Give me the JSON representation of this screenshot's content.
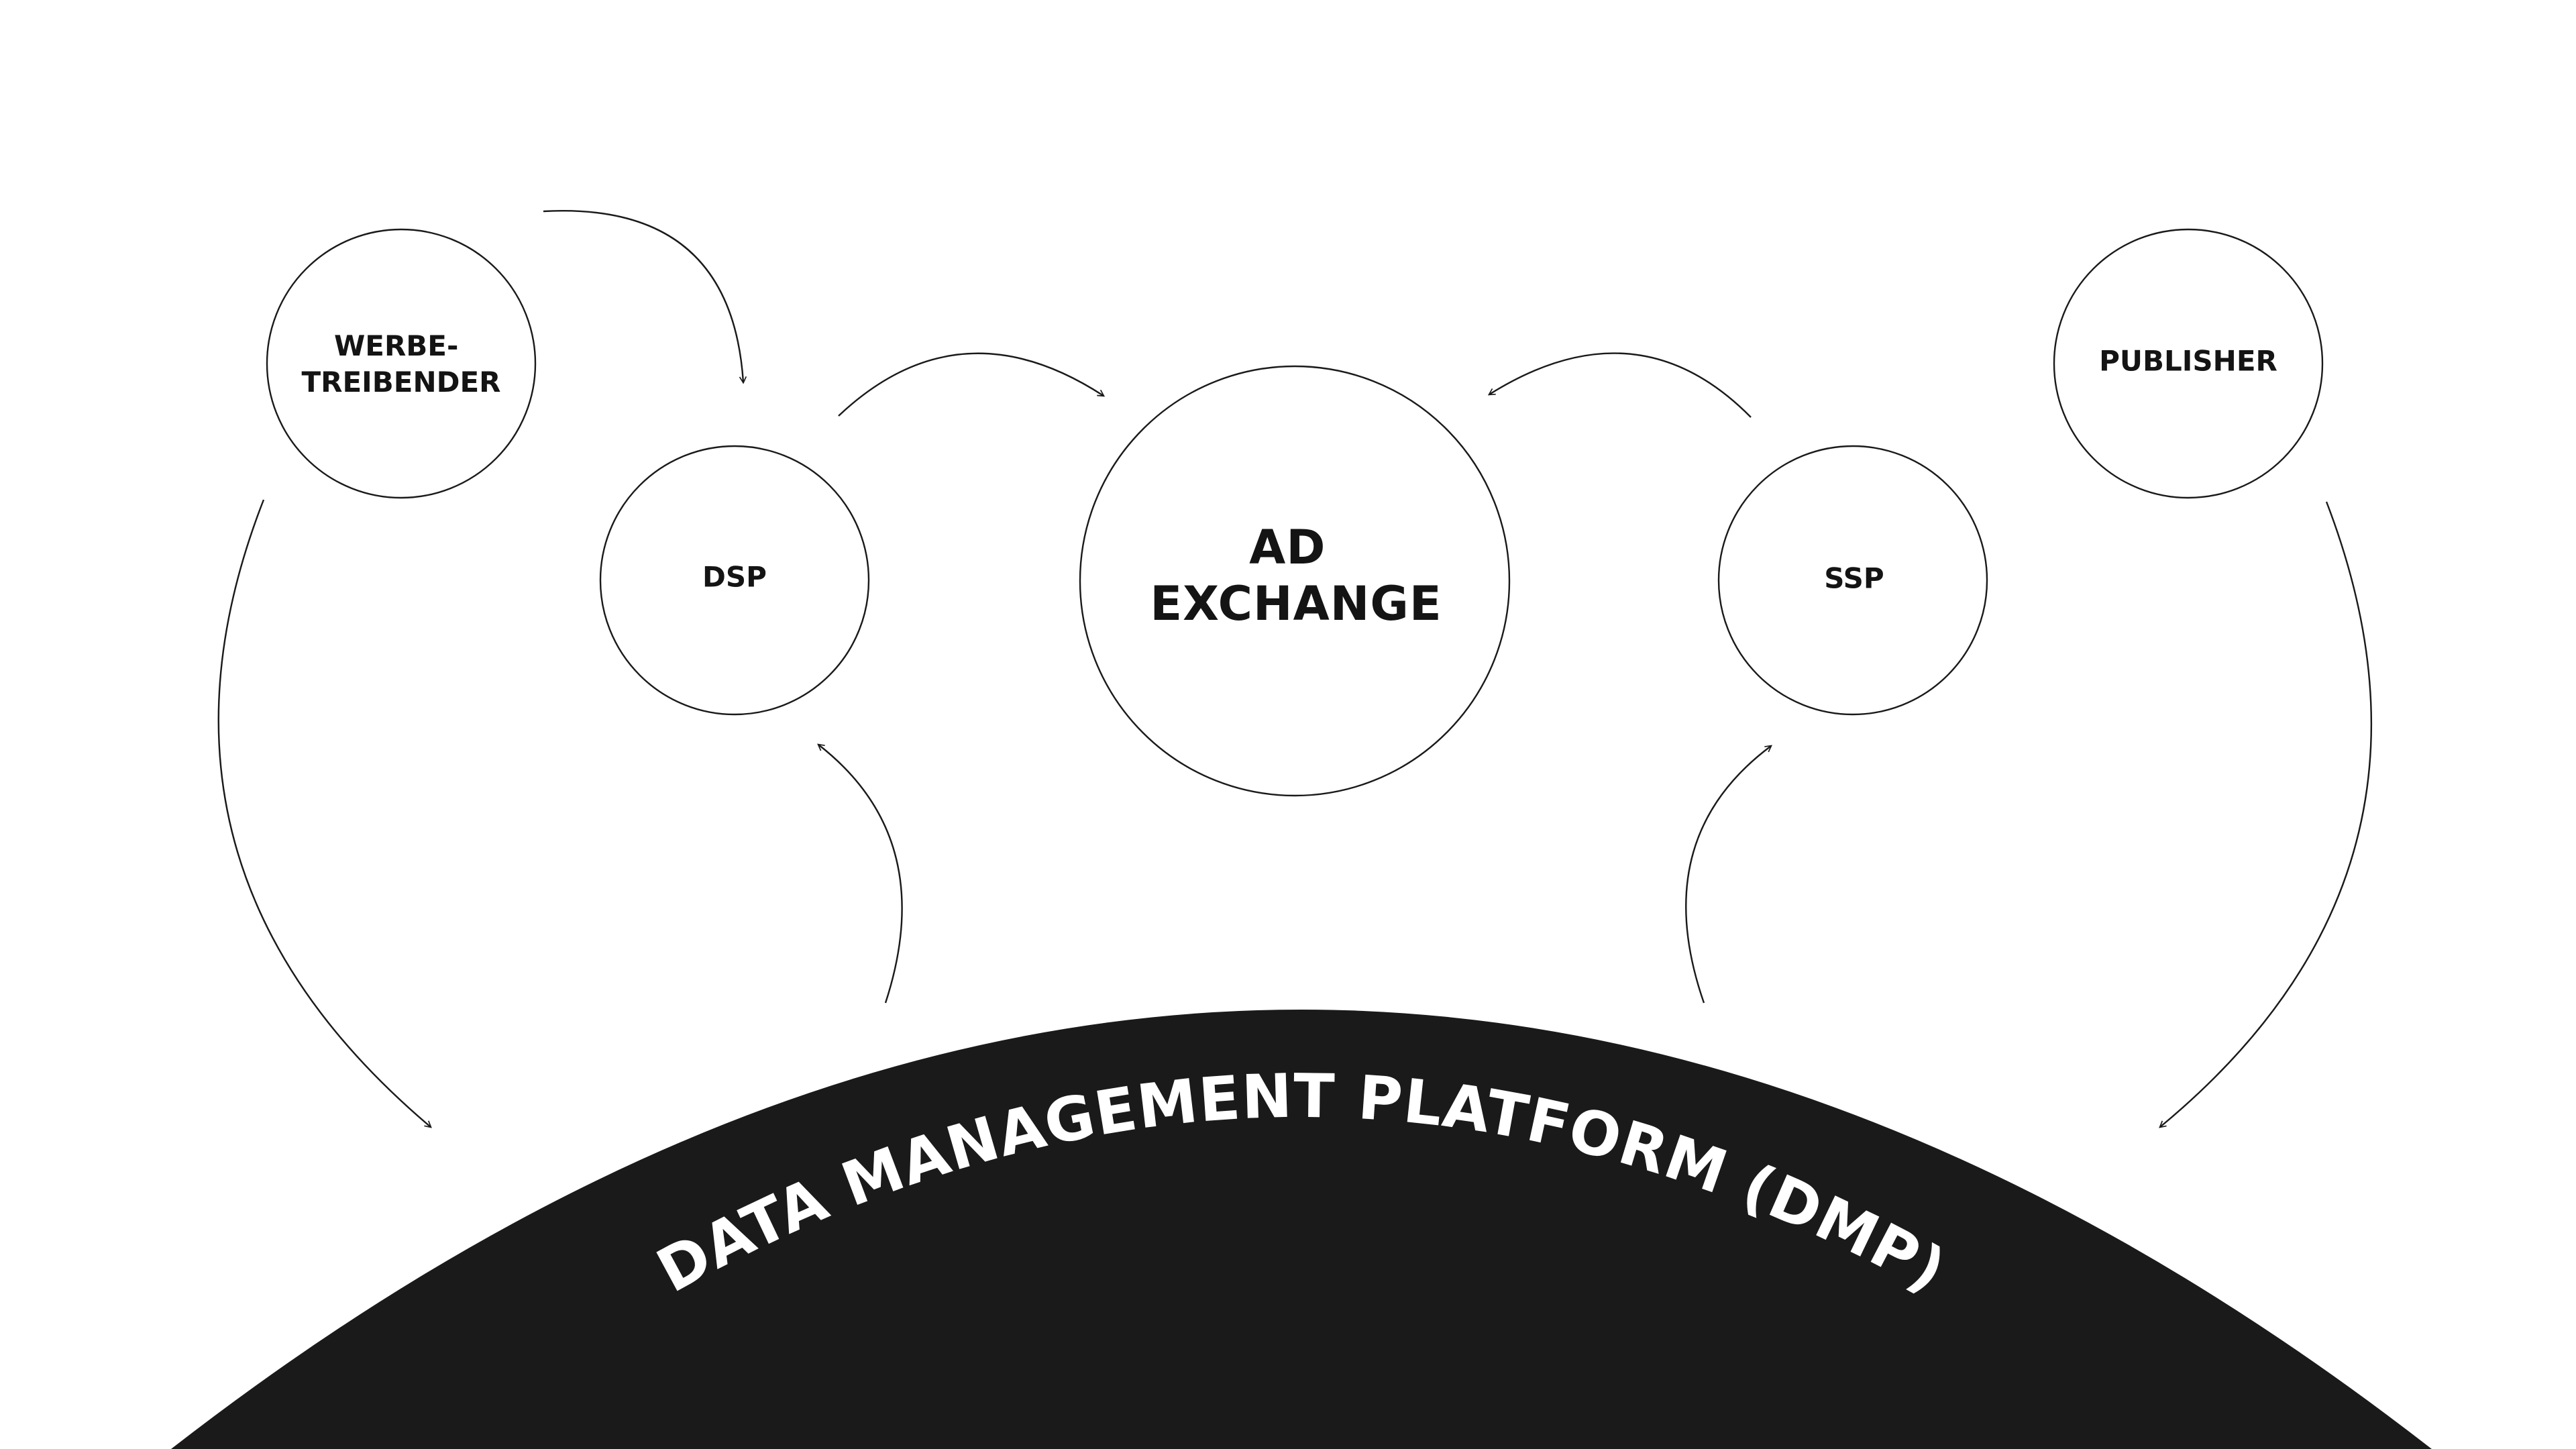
{
  "nodes": {
    "werbetreibender": {
      "lines": [
        "WERBE-",
        "TREIBENDER"
      ]
    },
    "dsp": {
      "lines": [
        "DSP"
      ]
    },
    "ad_exchange": {
      "lines": [
        "AD",
        "EXCHANGE"
      ]
    },
    "ssp": {
      "lines": [
        "SSP"
      ]
    },
    "publisher": {
      "lines": [
        "PUBLISHER"
      ]
    }
  },
  "dmp": {
    "label": "DATA MANAGEMENT PLATFORM (DMP)"
  },
  "colors": {
    "background": "#ffffff",
    "ink": "#1a1a1a",
    "dmp_fill": "#1a1a1a",
    "dmp_text": "#ffffff"
  }
}
